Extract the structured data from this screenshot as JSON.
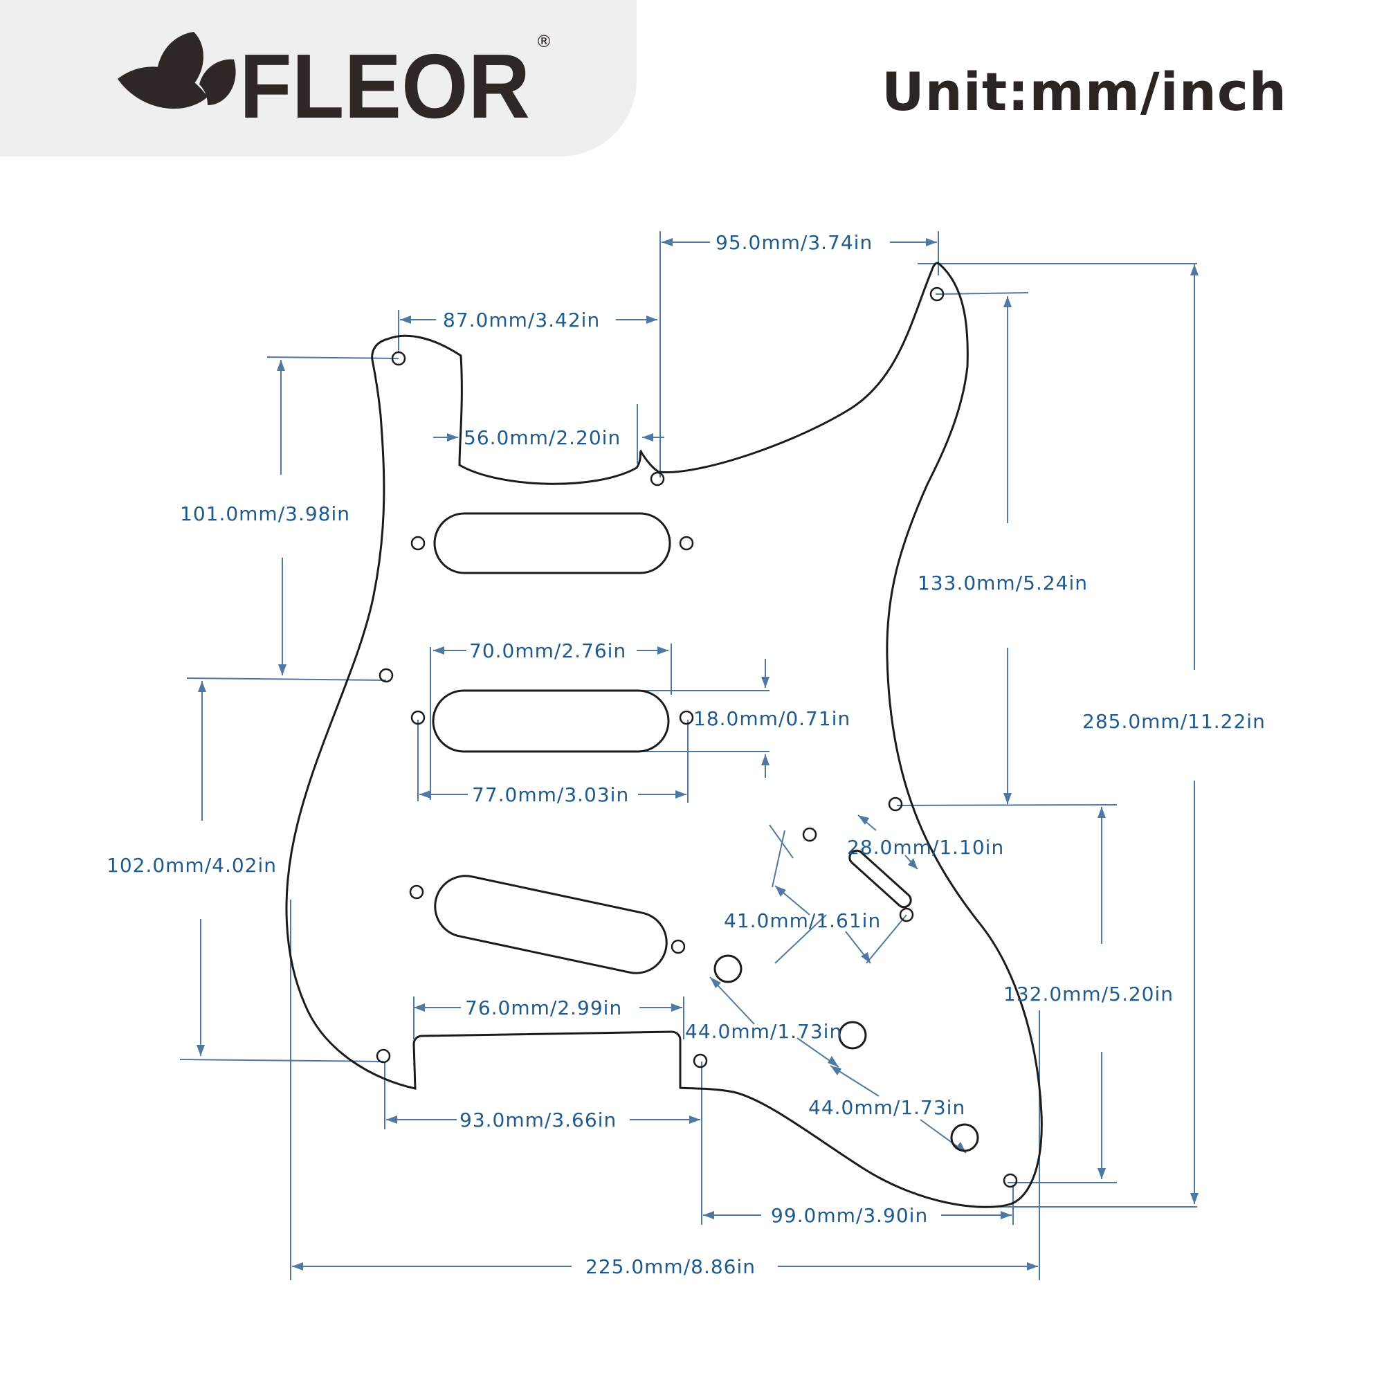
{
  "brand": {
    "name": "FLEOR",
    "registered_mark": "®",
    "icon": "leaf-logo-icon"
  },
  "header": {
    "unit_title": "Unit:mm/inch"
  },
  "colors": {
    "outline": "#1b1b1b",
    "dimension": "#1f5a8c",
    "panel": "#efefef",
    "brand_text": "#2f2725"
  },
  "dimensions": {
    "top_horn_width": "95.0mm/3.74in",
    "neck_screw_span": "87.0mm/3.42in",
    "neck_pocket_width": "56.0mm/2.20in",
    "left_upper_height": "101.0mm/3.98in",
    "pickup_cutout_length": "70.0mm/2.76in",
    "pickup_cutout_height": "18.0mm/0.71in",
    "pickup_screw_span": "77.0mm/3.03in",
    "right_upper_height": "133.0mm/5.24in",
    "overall_height": "285.0mm/11.22in",
    "left_lower_height": "102.0mm/4.02in",
    "switch_slot_length": "28.0mm/1.10in",
    "switch_screw_span": "41.0mm/1.61in",
    "right_lower_height": "132.0mm/5.20in",
    "bridge_cutout_width": "76.0mm/2.99in",
    "knob_spacing_1": "44.0mm/1.73in",
    "knob_spacing_2": "44.0mm/1.73in",
    "bottom_screw_span": "93.0mm/3.66in",
    "tail_screw_span": "99.0mm/3.90in",
    "overall_width": "225.0mm/8.86in"
  }
}
